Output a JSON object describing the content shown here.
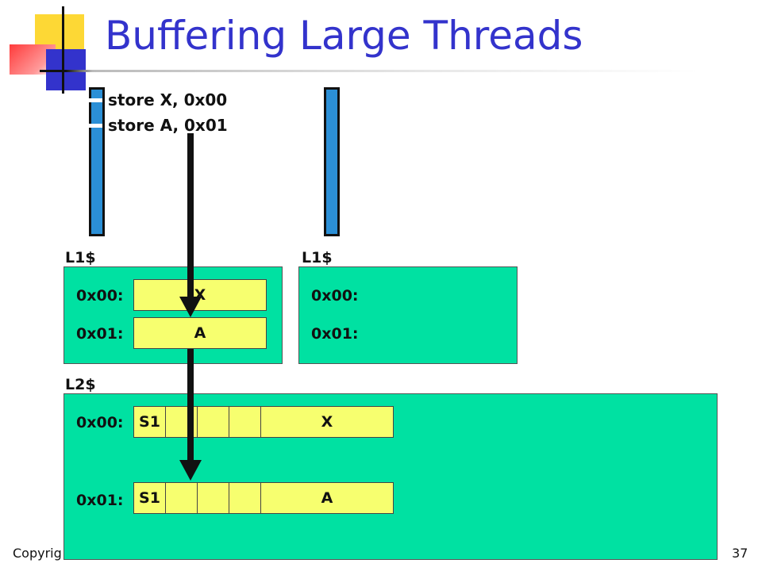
{
  "slide": {
    "title": "Buffering Large Threads",
    "footer_left": "Copyrig",
    "page_number": "37"
  },
  "threads": {
    "left": {
      "instructions": [
        "store X, 0x00",
        "store A, 0x01"
      ]
    }
  },
  "l1_left": {
    "label": "L1$",
    "rows": [
      {
        "addr": "0x00:",
        "value": "X"
      },
      {
        "addr": "0x01:",
        "value": "A"
      }
    ]
  },
  "l1_right": {
    "label": "L1$",
    "rows": [
      {
        "addr": "0x00:"
      },
      {
        "addr": "0x01:"
      }
    ]
  },
  "l2": {
    "label": "L2$",
    "rows": [
      {
        "addr": "0x00:",
        "state": "S1",
        "value": "X"
      },
      {
        "addr": "0x01:",
        "state": "S1",
        "value": "A"
      }
    ]
  },
  "colors": {
    "title": "#3333cc",
    "cache_bg": "#00e1a2",
    "cell_bg": "#f7ff6f",
    "thread": "#2b8fd6"
  }
}
